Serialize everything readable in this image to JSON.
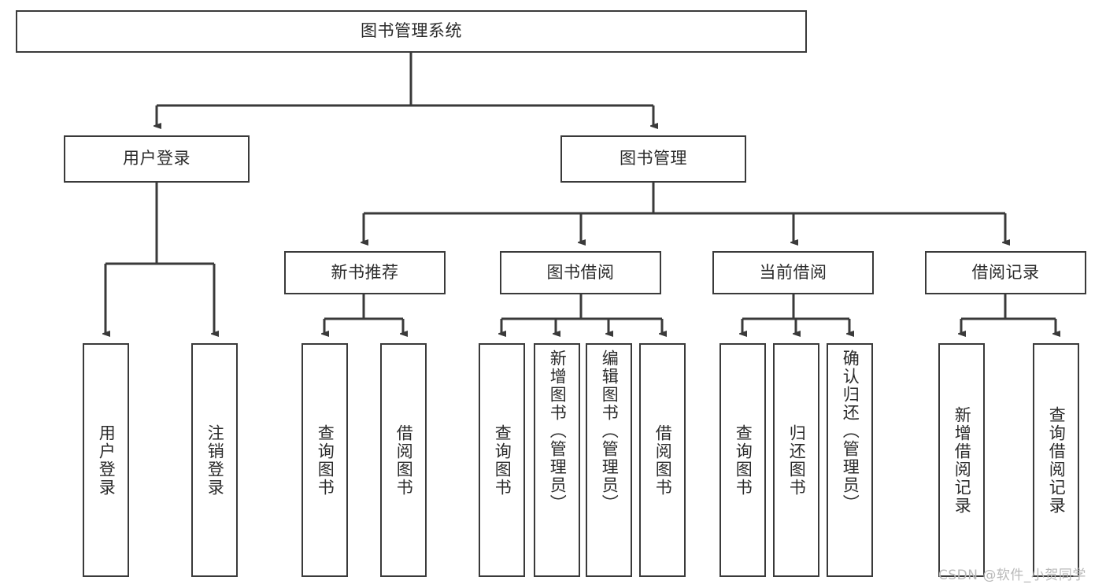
{
  "diagram": {
    "type": "tree-hierarchy-chart",
    "title": "图书管理系统",
    "style": {
      "box_border_color": "#3a3a3a",
      "box_fill_color": "#ffffff",
      "connector_color": "#3a3a3a",
      "text_color": "#2b2b2b",
      "background_color": "#ffffff"
    },
    "root": {
      "label": "图书管理系统"
    },
    "level2": [
      {
        "label": "用户登录"
      },
      {
        "label": "图书管理"
      }
    ],
    "level3": [
      {
        "label": "新书推荐"
      },
      {
        "label": "图书借阅"
      },
      {
        "label": "当前借阅"
      },
      {
        "label": "借阅记录"
      }
    ],
    "leaves": {
      "user_login": [
        {
          "label": "用户登录"
        },
        {
          "label": "注销登录"
        }
      ],
      "new_book_recommend": [
        {
          "label": "查询图书"
        },
        {
          "label": "借阅图书"
        }
      ],
      "book_borrow": [
        {
          "label": "查询图书"
        },
        {
          "label": "新增图书（管理员）"
        },
        {
          "label": "编辑图书（管理员）"
        },
        {
          "label": "借阅图书"
        }
      ],
      "current_borrow": [
        {
          "label": "查询图书"
        },
        {
          "label": "归还图书"
        },
        {
          "label": "确认归还（管理员）"
        }
      ],
      "borrow_record": [
        {
          "label": "新增借阅记录"
        },
        {
          "label": "查询借阅记录"
        }
      ]
    },
    "watermark": "CSDN @软件_小贺同学"
  }
}
